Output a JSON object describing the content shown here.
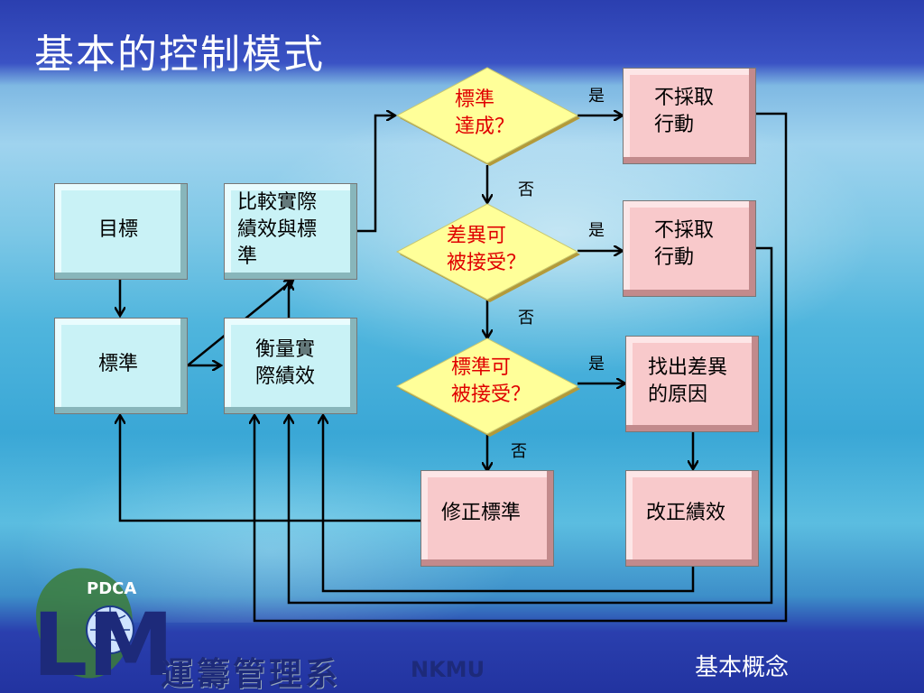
{
  "title": "基本的控制模式",
  "footer": "基本概念",
  "logo": {
    "text": "運籌管理系",
    "suffix": "NKMU",
    "badge": "PDCA",
    "letters": "LM"
  },
  "boxes": {
    "goal": "目標",
    "standard": "標準",
    "compare": [
      "比較實際",
      "績效與標",
      "準"
    ],
    "measure": [
      "衡量實",
      "際績效"
    ],
    "no_action_1": [
      "不採取",
      "行動"
    ],
    "no_action_2": [
      "不採取",
      "行動"
    ],
    "find_cause": [
      "找出差異",
      "的原因"
    ],
    "fix_perf": "改正績效",
    "fix_std": "修正標準"
  },
  "decisions": {
    "d1": [
      "標準",
      "達成？"
    ],
    "d2": [
      "差異可",
      "被接受？"
    ],
    "d3": [
      "標準可",
      "被接受？"
    ]
  },
  "edge_labels": {
    "yes": "是",
    "no": "否"
  }
}
